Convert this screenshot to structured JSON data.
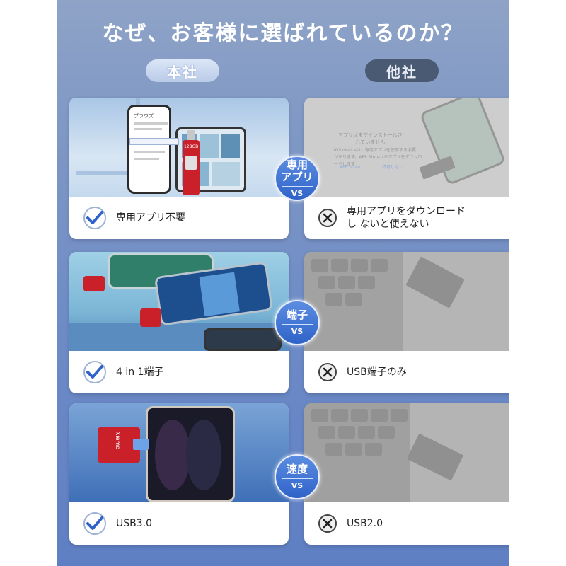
{
  "title": "なぜ、お客様に選ばれているのか？",
  "columns": {
    "own": "本社",
    "other": "他社"
  },
  "rows": [
    {
      "category": "専用\nアプリ",
      "vs": "VS",
      "own_text": "専用アプリ不要",
      "other_text": "専用アプリをダウンロード\nし ないと使えない"
    },
    {
      "category": "端子",
      "vs": "VS",
      "own_text": "4 in 1端子",
      "other_text": "USB端子のみ"
    },
    {
      "category": "速度",
      "vs": "VS",
      "own_text": "USB3.0",
      "other_text": "USB2.0"
    }
  ],
  "phone_screen": {
    "header": "ブラウズ",
    "usb_capacity": "128GB",
    "brand": "Xiemo"
  },
  "dialog": {
    "title": "アプリはまだインストールさ\nれていません",
    "body": "iOS deviceは、専用アプリを使用する必要\nがあります。APP Storeからアプリをダウンロ\nードします",
    "btn_store": "APP Store",
    "btn_cancel": "許可しない"
  },
  "colors": {
    "background": "#6f8cc6",
    "badge": "#2f63c8",
    "usb": "#c9202a"
  }
}
